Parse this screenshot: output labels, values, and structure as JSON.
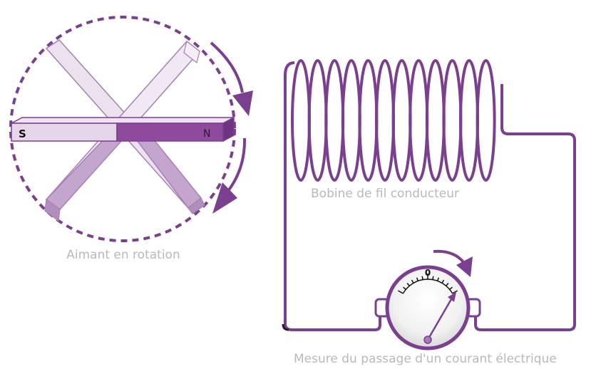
{
  "labels": {
    "magnet_caption": "Aimant en rotation",
    "coil_caption": "Bobine de fil conducteur",
    "meter_caption": "Mesure du passage d'un courant électrique",
    "pole_south": "S",
    "pole_north": "N",
    "meter_zero": "0"
  },
  "coil": {
    "turns": 12
  },
  "colors": {
    "accent": "#7b3f8f",
    "accent_dark": "#5e2a72",
    "bar_north": "#8e4a9c",
    "bar_south": "#e6d6ea",
    "ghost_light": "#ece2ef",
    "ghost_mid": "#c3a5cd",
    "caption": "#b9b9b9"
  },
  "icons": {
    "rotation_arrows": "curved-arrow-icon",
    "meter_arrow": "curved-arrow-icon"
  }
}
